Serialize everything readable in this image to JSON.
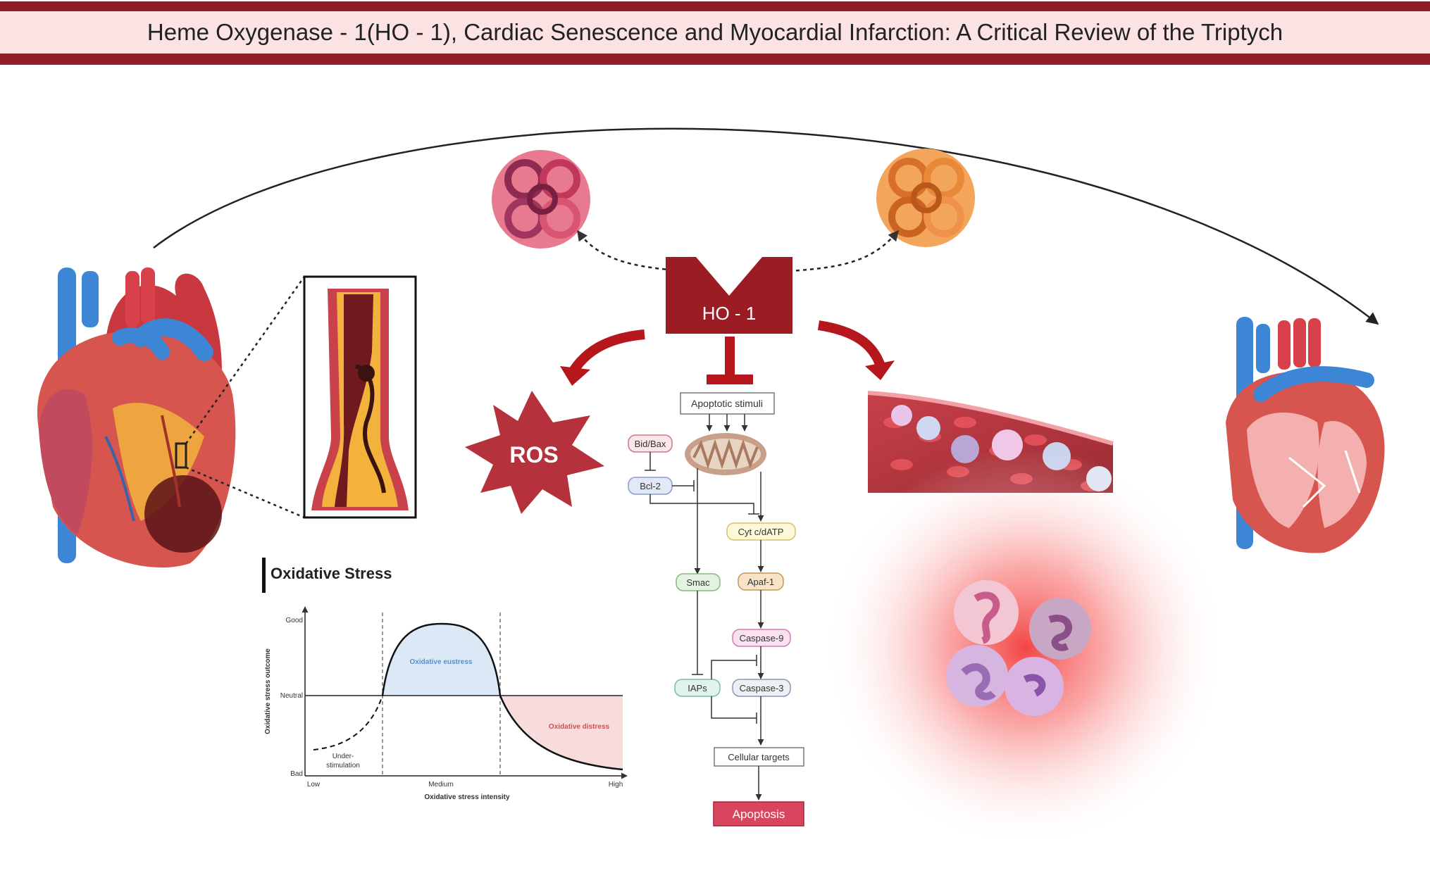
{
  "title": "Heme Oxygenase - 1(HO - 1), Cardiac Senescence and Myocardial Infarction: A Critical Review of the Triptych",
  "ho1_label": "HO - 1",
  "ros_label": "ROS",
  "apoptosis_pathway": {
    "apoptotic_stimuli": "Apoptotic stimuli",
    "bid_bax": "Bid/Bax",
    "bcl2": "Bcl-2",
    "cyt_c": "Cyt c/dATP",
    "smac": "Smac",
    "apaf1": "Apaf-1",
    "caspase9": "Caspase-9",
    "iaps": "IAPs",
    "caspase3": "Caspase-3",
    "cellular_targets": "Cellular targets",
    "apoptosis": "Apoptosis"
  },
  "oxidative_stress": {
    "heading": "Oxidative Stress",
    "y_axis_label": "Oxidative stress outcome",
    "x_axis_label": "Oxidative stress intensity",
    "y_ticks": [
      "Good",
      "Neutral",
      "Bad"
    ],
    "x_ticks": [
      "Low",
      "Medium",
      "High"
    ],
    "region_eustress": "Oxidative eustress",
    "region_distress": "Oxidative distress",
    "region_under_line1": "Under-",
    "region_under_line2": "stimulation"
  },
  "colors": {
    "banner_dark": "#8e1f2a",
    "banner_light": "#fbe3e4",
    "ho1": "#9b1c22",
    "ros": "#b5313b",
    "apoptosis_box": "#d9455f",
    "eustress_fill": "#dbe9f7",
    "distress_fill": "#f8dcdc"
  }
}
